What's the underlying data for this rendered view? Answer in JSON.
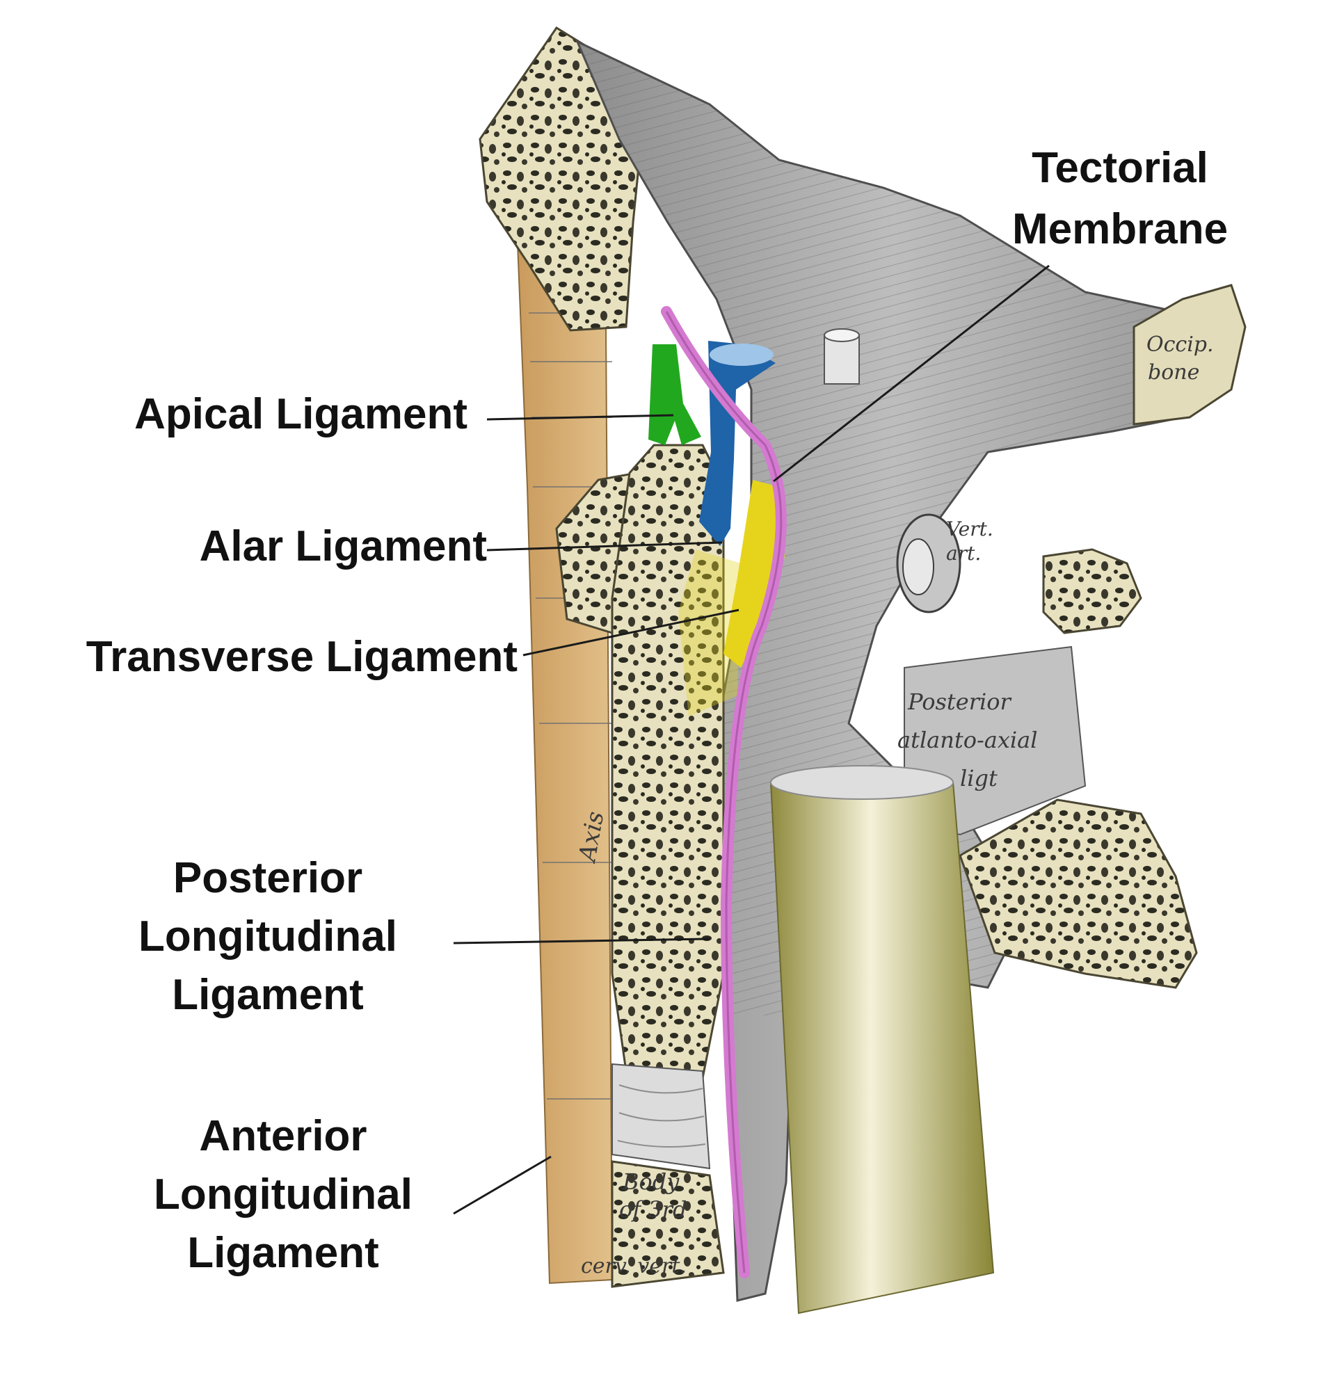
{
  "figure": {
    "labels": {
      "tectorial": [
        "Tectorial",
        "Membrane"
      ],
      "apical": [
        "Apical Ligament"
      ],
      "alar": [
        "Alar Ligament"
      ],
      "transverse": [
        "Transverse Ligament"
      ],
      "posterior_longitudinal": [
        "Posterior",
        "Longitudinal",
        "Ligament"
      ],
      "anterior_longitudinal": [
        "Anterior",
        "Longitudinal",
        "Ligament"
      ]
    },
    "engraved_text": {
      "occip_1": "Occip.",
      "occip_2": "bone",
      "vert_1": "Vert.",
      "vert_2": "art.",
      "posterior_1": "Posterior",
      "posterior_2": "atlanto-axial",
      "posterior_3": "ligt",
      "axis": "Axis",
      "body_1": "Body",
      "body_2": "of 3rd",
      "body_3": "cerv. vert."
    },
    "colors": {
      "apical": "#22a81f",
      "alar": "#1f63a8",
      "transverse": "#e6d41c",
      "tectorial": "#d47ad0",
      "bone": "#e7e1bf",
      "ligament_gray": "#a3a3a3",
      "spinal_cord": "#c4c07a"
    }
  }
}
